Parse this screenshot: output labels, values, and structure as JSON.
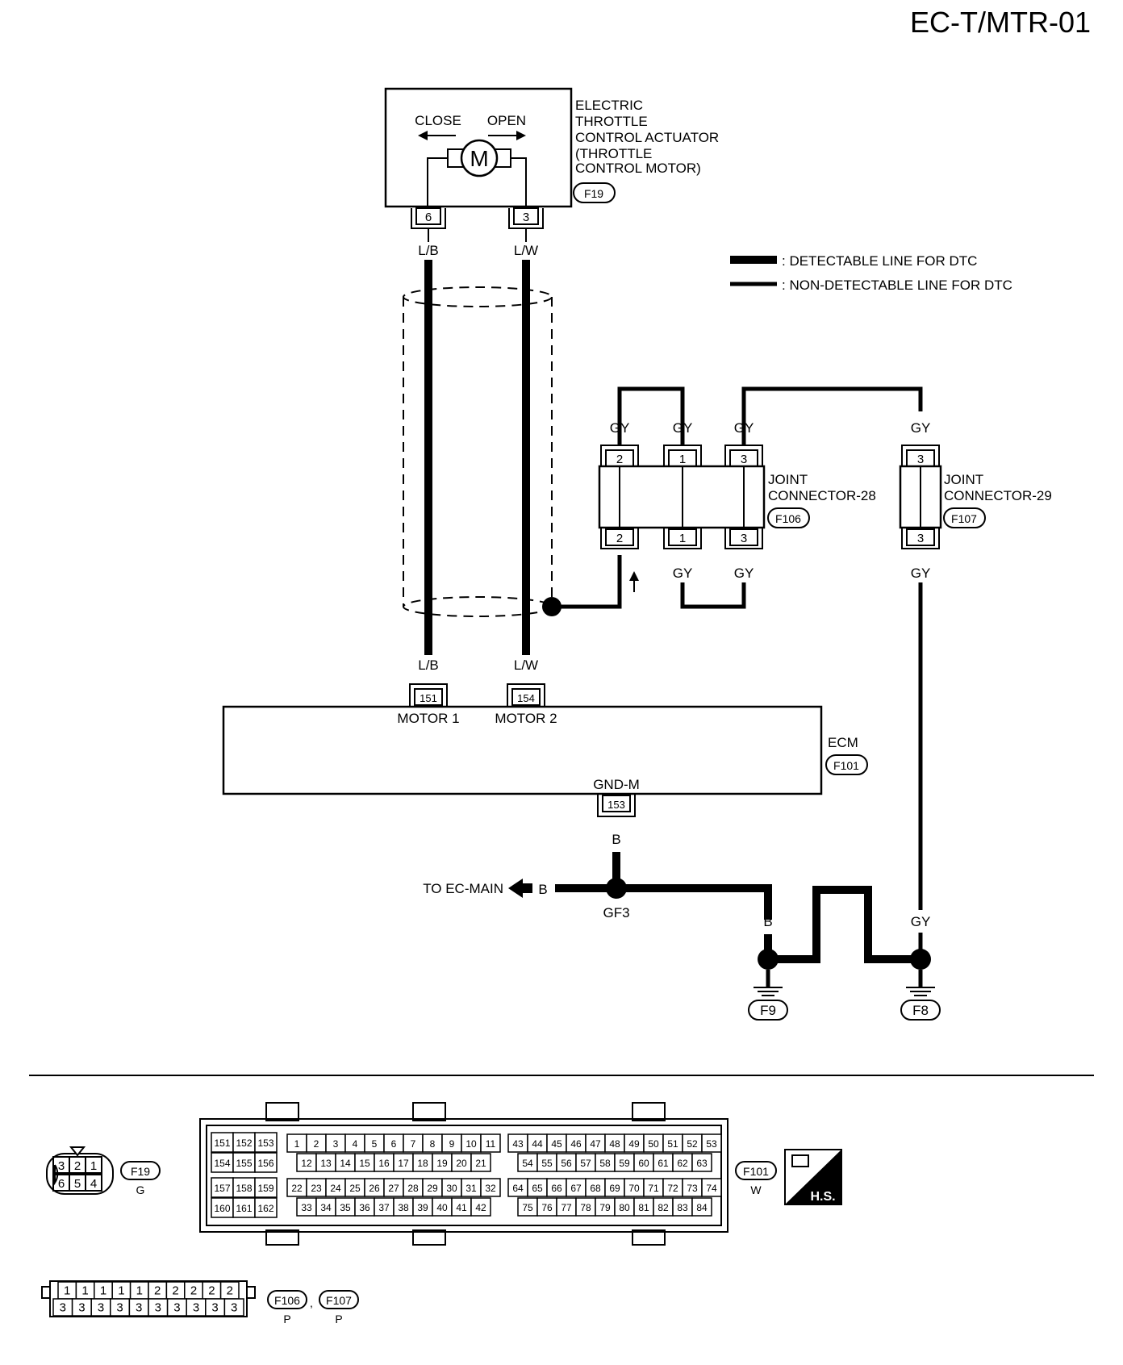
{
  "page_code": "EC-T/MTR-01",
  "actuator": {
    "label_lines": [
      "ELECTRIC",
      "THROTTLE",
      "CONTROL ACTUATOR",
      "(THROTTLE",
      " CONTROL MOTOR)"
    ],
    "connector": "F19",
    "close_label": "CLOSE",
    "open_label": "OPEN",
    "motor_symbol": "M",
    "pin_left": "6",
    "pin_right": "3"
  },
  "wires": {
    "lb": "L/B",
    "lw": "L/W",
    "gy": "GY",
    "b": "B"
  },
  "legend": {
    "detectable": ": DETECTABLE LINE FOR DTC",
    "non_detectable": ": NON-DETECTABLE LINE FOR DTC"
  },
  "joint28": {
    "label_lines": [
      "JOINT",
      "CONNECTOR-28"
    ],
    "connector": "F106",
    "pins": [
      "2",
      "1",
      "3"
    ]
  },
  "joint29": {
    "label_lines": [
      "JOINT",
      "CONNECTOR-29"
    ],
    "connector": "F107",
    "pins": [
      "3"
    ]
  },
  "ecm": {
    "label": "ECM",
    "connector": "F101",
    "pin_motor1": "151",
    "pin_motor2": "154",
    "pin_gnd": "153",
    "motor1_label": "MOTOR 1",
    "motor2_label": "MOTOR 2",
    "gnd_label": "GND-M"
  },
  "ground": {
    "to_main": "TO EC-MAIN",
    "splice": "GF3",
    "ground1": "F9",
    "ground2": "F8"
  },
  "connector_views": {
    "f19": {
      "code": "F19",
      "color": "G",
      "top_row": [
        "3",
        "2",
        "1"
      ],
      "bottom_row": [
        "6",
        "5",
        "4"
      ]
    },
    "f101": {
      "code": "F101",
      "color": "W",
      "left_rows": [
        [
          "151",
          "152",
          "153"
        ],
        [
          "154",
          "155",
          "156"
        ],
        [
          "157",
          "158",
          "159"
        ],
        [
          "160",
          "161",
          "162"
        ]
      ],
      "row1a": [
        "1",
        "2",
        "3",
        "4",
        "5",
        "6",
        "7",
        "8",
        "9",
        "10",
        "11"
      ],
      "row2a": [
        "12",
        "13",
        "14",
        "15",
        "16",
        "17",
        "18",
        "19",
        "20",
        "21"
      ],
      "row3a": [
        "22",
        "23",
        "24",
        "25",
        "26",
        "27",
        "28",
        "29",
        "30",
        "31",
        "32"
      ],
      "row4a": [
        "33",
        "34",
        "35",
        "36",
        "37",
        "38",
        "39",
        "40",
        "41",
        "42"
      ],
      "row1b": [
        "43",
        "44",
        "45",
        "46",
        "47",
        "48",
        "49",
        "50",
        "51",
        "52",
        "53"
      ],
      "row2b": [
        "54",
        "55",
        "56",
        "57",
        "58",
        "59",
        "60",
        "61",
        "62",
        "63"
      ],
      "row3b": [
        "64",
        "65",
        "66",
        "67",
        "68",
        "69",
        "70",
        "71",
        "72",
        "73",
        "74"
      ],
      "row4b": [
        "75",
        "76",
        "77",
        "78",
        "79",
        "80",
        "81",
        "82",
        "83",
        "84"
      ]
    },
    "hs_label": "H.S.",
    "f106_f107": {
      "codes": [
        "F106",
        "F107"
      ],
      "separator": ",",
      "colors": [
        "P",
        "P"
      ],
      "top_row": [
        "1",
        "1",
        "1",
        "1",
        "1",
        "2",
        "2",
        "2",
        "2",
        "2"
      ],
      "bottom_row": [
        "3",
        "3",
        "3",
        "3",
        "3",
        "3",
        "3",
        "3",
        "3",
        "3"
      ]
    }
  }
}
